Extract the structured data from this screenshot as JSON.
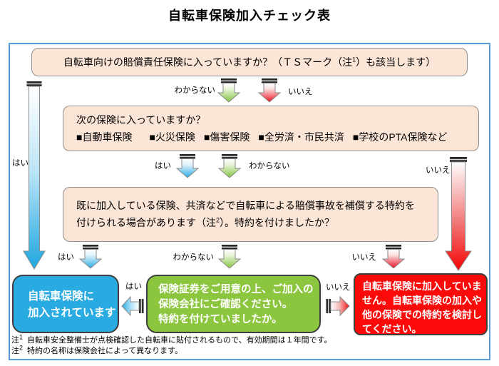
{
  "title": "自転車保険加入チェック表",
  "labels": {
    "yes": "はい",
    "no": "いいえ",
    "unknown": "わからない"
  },
  "questions": {
    "q1": {
      "before_sup": "自転車向けの賠償責任保険に入っていますか？（ＴＳマーク（注",
      "sup": "1",
      "after_sup": "）も該当します）"
    },
    "q2": {
      "line1": "次の保険に入っていますか？",
      "bullets": [
        "■自動車保険",
        "■火災保険",
        "■傷害保険",
        "■全労済・市民共済",
        "■学校のPTA保険など"
      ]
    },
    "q3": {
      "line1": "既に加入している保険、共済などで自転車による賠償事故を補償する特約を",
      "line2_before_sup": "付けられる場合があります（注",
      "sup": "2",
      "line2_after_sup": "）。特約を付けましたか？"
    }
  },
  "results": {
    "insured": {
      "lines": [
        "自転車保険に",
        "加入されています"
      ]
    },
    "confirm": {
      "lines": [
        "保険証券をご用意の上、ご加入の",
        "保険会社にご確認ください。",
        "特約を付けていましたか。"
      ]
    },
    "not_insured": {
      "lines": [
        "自転車保険に加入していま",
        "せん。自転車保険の加入や",
        "他の保険での特約を検討し",
        "てください。"
      ]
    }
  },
  "footnotes": [
    {
      "marker": "注",
      "sup": "1",
      "text": "自転車安全整備士が点検確認した自転車に貼付されるもので、有効期間は１年間です。"
    },
    {
      "marker": "注",
      "sup": "2",
      "text": "特約の名称は保険会社によって異なります。"
    }
  ],
  "colors": {
    "frame_border": "#5b9bd5",
    "question_bg": "#fbe5d6",
    "result_blue": "#29abe2",
    "result_green": "#8cc63f",
    "result_red": "#fb0a0a",
    "arrow_blue": "#29abe2",
    "arrow_green": "#8cc63f",
    "arrow_red": "#e81123"
  }
}
